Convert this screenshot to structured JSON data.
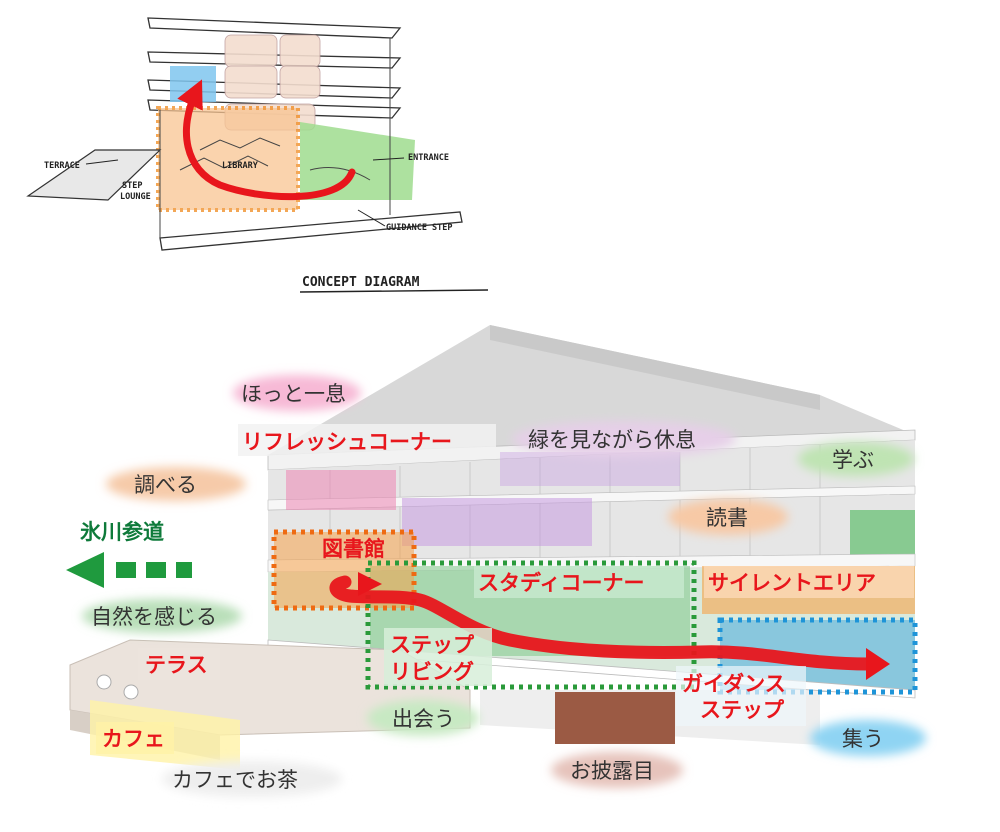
{
  "sketch": {
    "title": "CONCEPT DIAGRAM",
    "labels": {
      "terrace": "TERRACE",
      "step_lounge_1": "STEP",
      "step_lounge_2": "LOUNGE",
      "library": "LIBRARY",
      "entrance": "ENTRANCE",
      "guidance_step": "GUIDANCE STEP"
    }
  },
  "bubbles": {
    "hotto": "ほっと一息",
    "shiraberu": "調べる",
    "shizen": "自然を感じる",
    "cafe_ocha": "カフェでお茶",
    "deau": "出会う",
    "ohirome": "お披露目",
    "tsudou": "集う",
    "dokusho": "読書",
    "manabu": "学ぶ",
    "midori": "緑を見ながら休息"
  },
  "red_labels": {
    "refresh": "リフレッシュコーナー",
    "toshokan": "図書館",
    "study": "スタディコーナー",
    "silent": "サイレントエリア",
    "step_living_1": "ステップ",
    "step_living_2": "リビング",
    "guidance_1": "ガイダンス",
    "guidance_2": "ステップ",
    "terrace": "テラス",
    "cafe": "カフェ"
  },
  "approach": {
    "label": "氷川参道"
  },
  "colors": {
    "accent_red": "#e8161c",
    "green": "#0e7a3a",
    "orange_zone": "#f6a34a",
    "blue_zone": "#39a6dd",
    "green_zone": "#3bb34a",
    "pink_zone": "#ec85b3",
    "purple_zone": "#c69be0"
  }
}
